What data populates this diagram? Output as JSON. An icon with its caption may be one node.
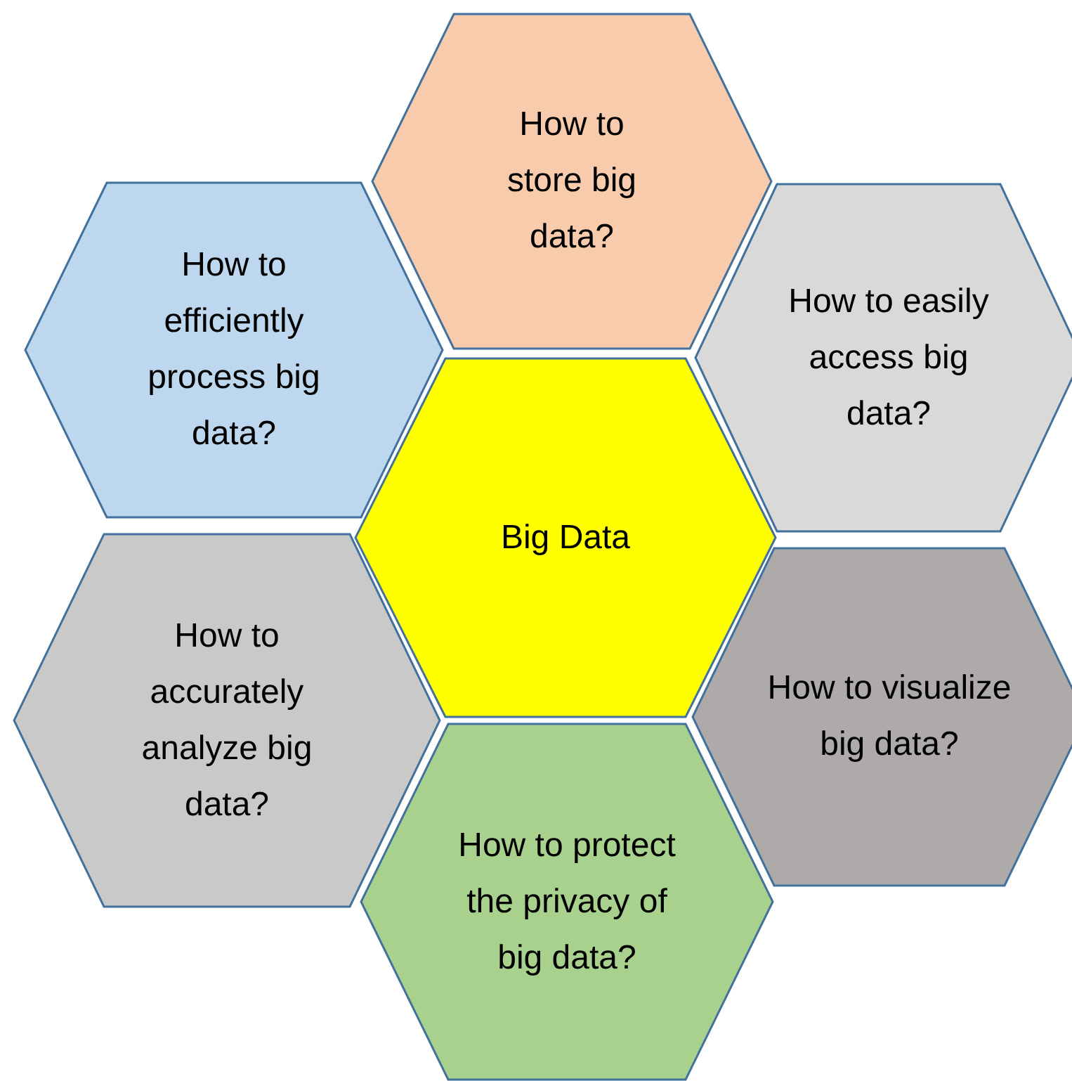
{
  "diagram": {
    "nodes": [
      {
        "text": [
          "How to store big data?"
        ]
      },
      {
        "text": [
          "How to efficiently process big data?"
        ]
      },
      {
        "text": [
          "How to easily access big data?"
        ]
      },
      {
        "text": [
          "Big Data"
        ]
      },
      {
        "text": [
          "How to accurately analyze big data?"
        ]
      },
      {
        "text": [
          "How to visualize big data?"
        ]
      },
      {
        "text": [
          "How to protect the privacy of big data?"
        ]
      }
    ]
  }
}
